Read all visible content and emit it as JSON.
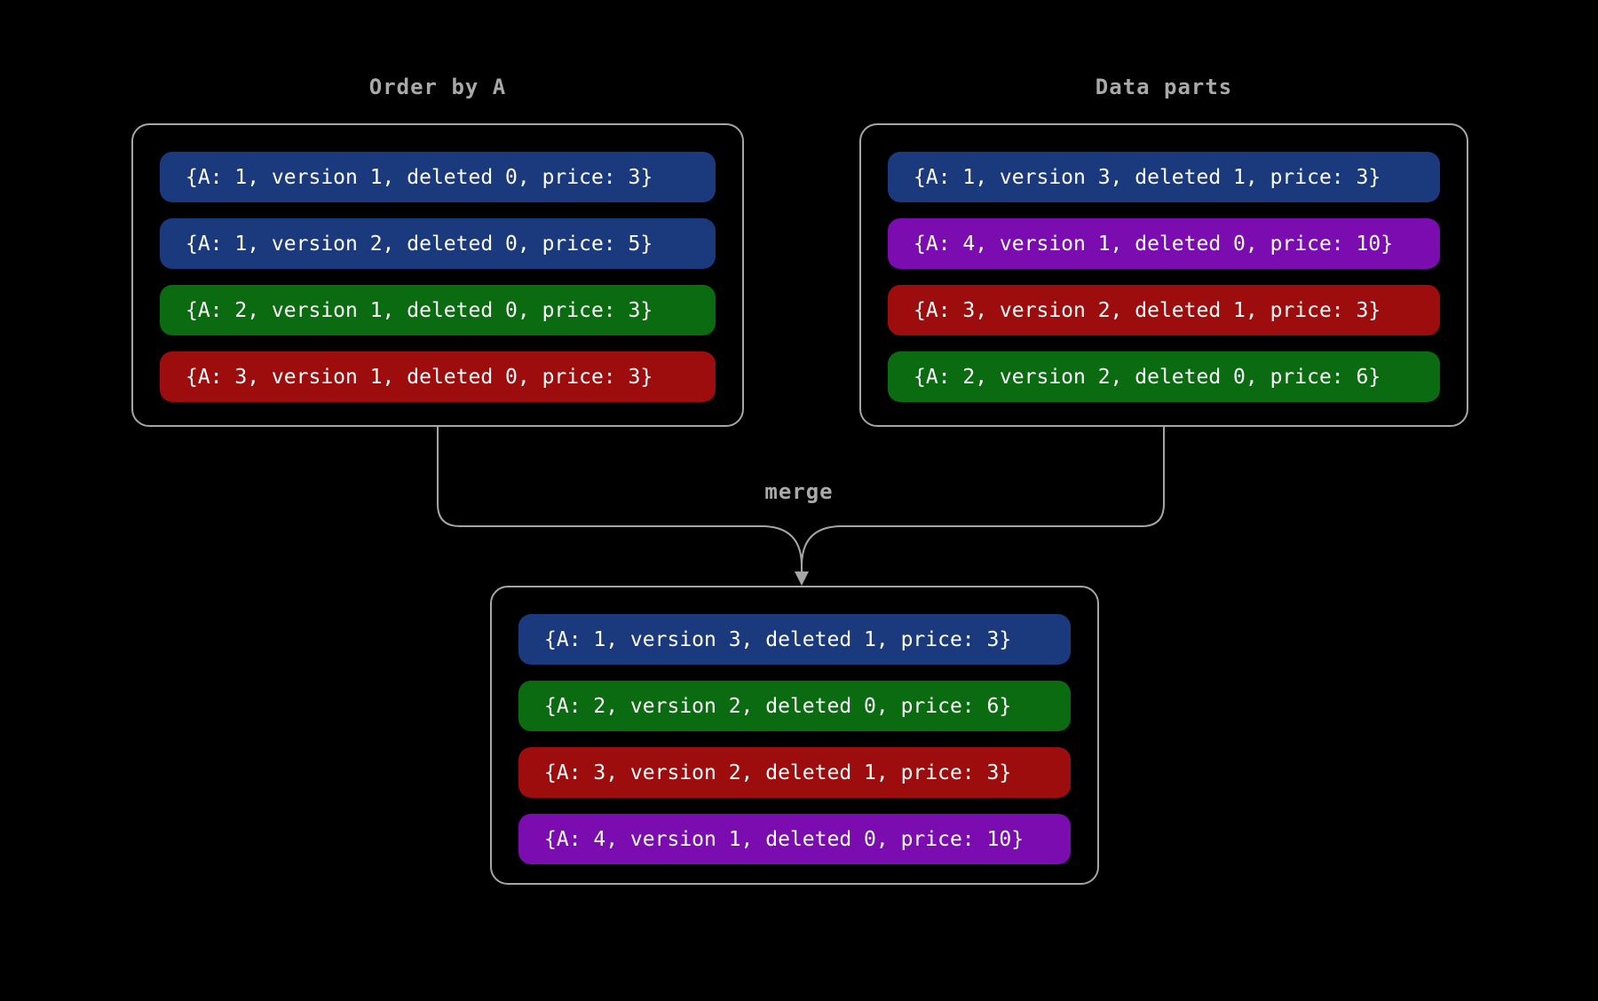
{
  "diagram": {
    "background": "#000000",
    "colors": {
      "blue": "#1a3a7d",
      "green": "#0a6b10",
      "red": "#9e0d0d",
      "purple": "#7a0cb0",
      "box_border": "#a6a6a6",
      "connector_line": "#a6a6a6",
      "title_text": "#a9a9a9",
      "row_text": "#ffffff"
    },
    "order_by_box": {
      "title": "Order by A",
      "rows": [
        {
          "text": "{A: 1, version 1, deleted 0, price: 3}",
          "color": "#1a3a7d"
        },
        {
          "text": "{A: 1, version 2, deleted 0, price: 5}",
          "color": "#1a3a7d"
        },
        {
          "text": "{A: 2, version 1, deleted 0, price: 3}",
          "color": "#0a6b10"
        },
        {
          "text": "{A: 3, version 1, deleted 0, price: 3}",
          "color": "#9e0d0d"
        }
      ]
    },
    "data_parts_box": {
      "title": "Data parts",
      "rows": [
        {
          "text": "{A: 1, version 3, deleted 1, price: 3}",
          "color": "#1a3a7d"
        },
        {
          "text": "{A: 4, version 1, deleted 0, price: 10}",
          "color": "#7a0cb0"
        },
        {
          "text": "{A: 3, version 2, deleted 1, price: 3}",
          "color": "#9e0d0d"
        },
        {
          "text": "{A: 2, version 2, deleted 0, price: 6}",
          "color": "#0a6b10"
        }
      ]
    },
    "merge_label": "merge",
    "merged_box": {
      "rows": [
        {
          "text": "{A: 1, version 3, deleted 1, price: 3}",
          "color": "#1a3a7d"
        },
        {
          "text": "{A: 2, version 2, deleted 0, price: 6}",
          "color": "#0a6b10"
        },
        {
          "text": "{A: 3, version 2, deleted 1, price: 3}",
          "color": "#9e0d0d"
        },
        {
          "text": "{A: 4, version 1, deleted 0, price: 10}",
          "color": "#7a0cb0"
        }
      ]
    }
  }
}
